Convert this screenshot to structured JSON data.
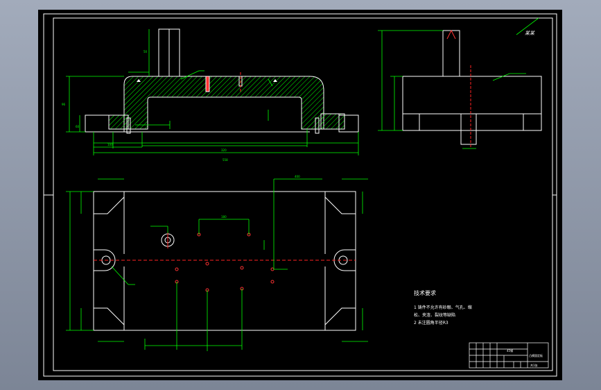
{
  "drawing": {
    "title": "技术要求",
    "notes": [
      "1 铸件不允许有砂眼、气孔、缩",
      "松、夹渣、裂纹等缺陷",
      "2 未注圆角半径R3"
    ],
    "signature": "某某",
    "title_block": {
      "part_name": "凸模固定板",
      "material": "45钢",
      "sheet": "共1张"
    },
    "dimensions": {
      "top_width": "558",
      "inner_width": "320",
      "left_offset": "100",
      "left_small": "60",
      "height_total": "96",
      "height_inner": "50",
      "hole_spacing": "180",
      "plan_width": "400"
    }
  },
  "colors": {
    "outline": "#ffffff",
    "dimension": "#00ff00",
    "hatch": "#00ff00",
    "centerline": "#ff2222",
    "background": "#000000"
  }
}
